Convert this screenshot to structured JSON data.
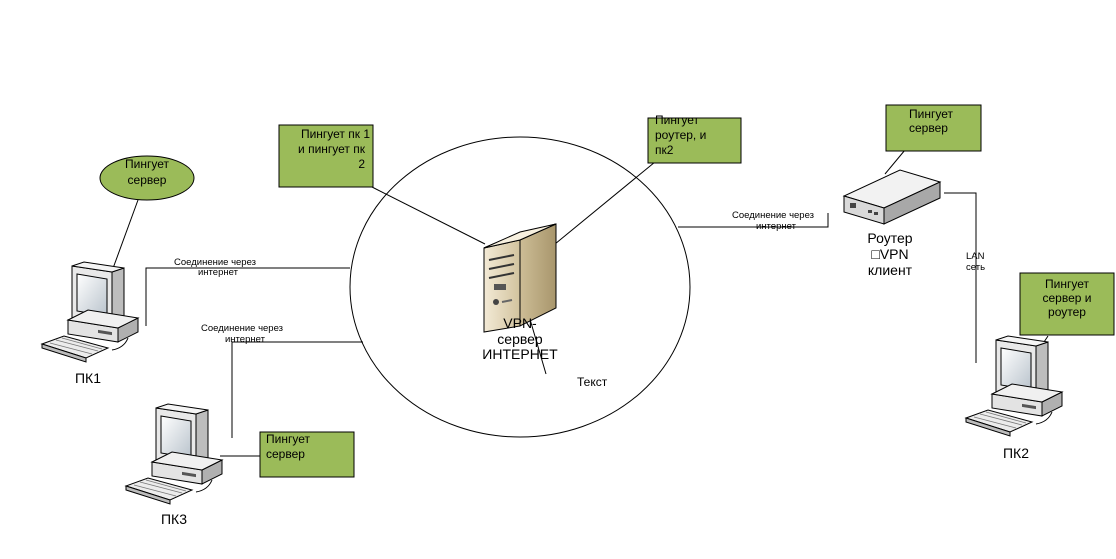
{
  "colors": {
    "note_fill": "#9bbb59",
    "server_body": "#e8dcc0",
    "device_body": "#e6e6e6"
  },
  "labels": {
    "pc1": "ПК1",
    "pc2": "ПК2",
    "pc3": "ПК3",
    "server": [
      "VPN-",
      "сервер",
      "ИНТЕРНЕТ"
    ],
    "router": [
      "Роутер",
      "□VPN",
      "клиент"
    ],
    "text_label": "Текст",
    "lan": [
      "LAN",
      "сеть"
    ]
  },
  "notes": {
    "pc1_ellipse": [
      "Пингует",
      "сервер"
    ],
    "server_left": [
      "Пингует пк 1",
      "и пингует пк",
      "2"
    ],
    "server_right": [
      "Пингует",
      "роутер, и",
      "пк2"
    ],
    "router_note": [
      "Пингует",
      "сервер"
    ],
    "pc2_note": [
      "Пингует",
      "сервер и",
      "роутер"
    ],
    "pc3_note": [
      "Пингует",
      "сервер"
    ]
  },
  "connections": {
    "pc1": [
      "Соединение через",
      "интернет"
    ],
    "pc3": [
      "Соединение через",
      "интернет"
    ],
    "router": [
      "Соединение через",
      "интернет"
    ]
  },
  "icons": {
    "pc": "desktop-computer-icon",
    "server": "tower-server-icon",
    "router": "router-icon"
  }
}
